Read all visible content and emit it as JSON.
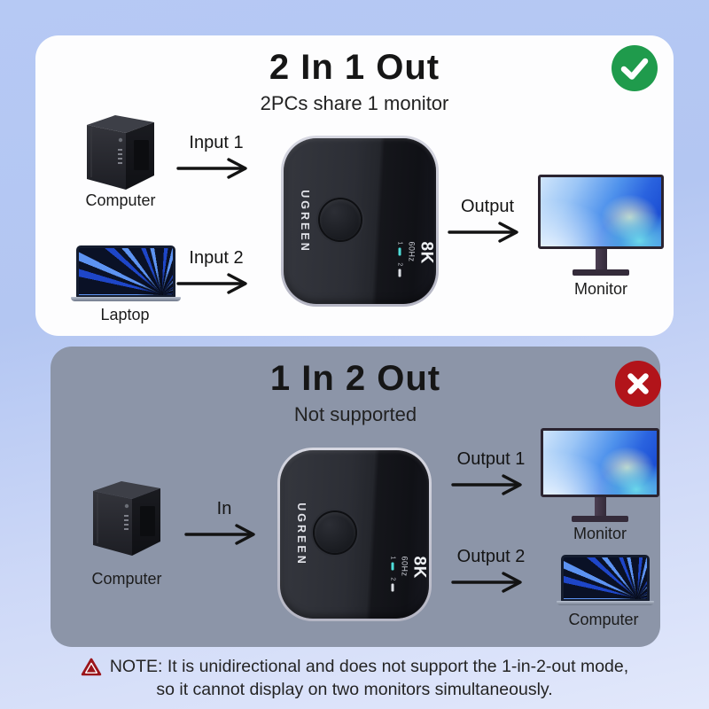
{
  "colors": {
    "accent-green": "#1f9b4c",
    "accent-red": "#b2141a",
    "warning-red": "#9b151b",
    "led-cyan": "#4fdeda",
    "card-gray": "#8c95a8"
  },
  "supported": {
    "title": "2 In 1 Out",
    "subtitle": "2PCs share 1 monitor",
    "source1_label": "Computer",
    "source2_label": "Laptop",
    "flow1_label": "Input 1",
    "flow2_label": "Input 2",
    "flow_out_label": "Output",
    "sink_label": "Monitor"
  },
  "unsupported": {
    "title": "1 In 2 Out",
    "subtitle": "Not supported",
    "source_label": "Computer",
    "flow_in_label": "In",
    "flow_out1_label": "Output 1",
    "flow_out2_label": "Output 2",
    "sink1_label": "Monitor",
    "sink2_label": "Computer"
  },
  "switcher": {
    "brand": "UGREEN",
    "resolution": "8K",
    "refresh": "60Hz",
    "port1": "1",
    "port2": "2"
  },
  "note": {
    "line1": "NOTE: It is unidirectional and does not support the 1-in-2-out mode,",
    "line2": "so it cannot display on two monitors simultaneously."
  }
}
